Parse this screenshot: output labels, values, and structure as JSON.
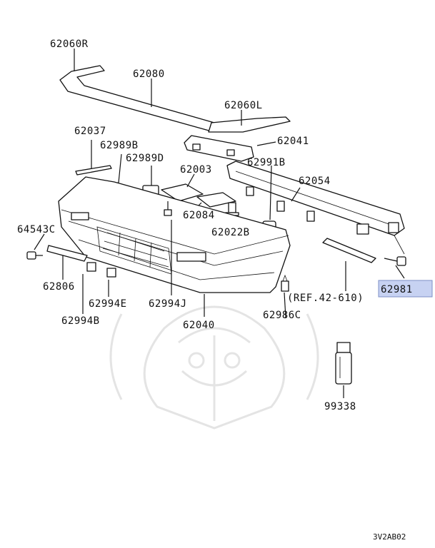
{
  "diagram_id": "3V2AB02",
  "highlighted_part": "62981",
  "highlight_color": "#c7d2f2",
  "reference": "(REF.42-610)",
  "parts": {
    "p62060R": "62060R",
    "p62080": "62080",
    "p62060L": "62060L",
    "p62037": "62037",
    "p62989B": "62989B",
    "p62989D": "62989D",
    "p62003": "62003",
    "p62041": "62041",
    "p62991B": "62991B",
    "p62054": "62054",
    "p62084": "62084",
    "p62022B": "62022B",
    "p64543C": "64543C",
    "p62806": "62806",
    "p62994E": "62994E",
    "p62994J": "62994J",
    "p62994B": "62994B",
    "p62040": "62040",
    "p62986C": "62986C",
    "p62981": "62981",
    "p99338": "99338"
  }
}
